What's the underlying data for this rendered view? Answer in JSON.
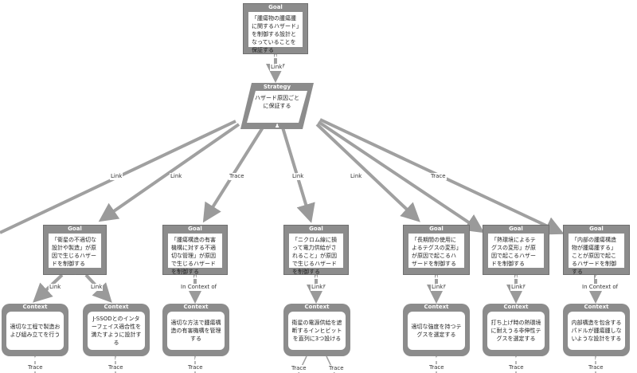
{
  "top_goal": {
    "header": "Goal",
    "text": "「腫瘍物の腫瘍腫に関するハザード」を制御する設計となっていることを保証する"
  },
  "strategy": {
    "header": "Strategy",
    "text": "ハザード原因ごとに保証する"
  },
  "link_top": "Link",
  "goals": [
    {
      "header": "Goal",
      "text": "「衛星の不適切な設計や製造」が原因で生じるハザードを制御する"
    },
    {
      "header": "Goal",
      "text": "「腫瘍構造の有害機構に対する不適切な管理」が原因で生じるハザードを制御する"
    },
    {
      "header": "Goal",
      "text": "「ニクロム線に損って電力供給がされること」が原因で生じるハザードを制御する"
    },
    {
      "header": "Goal",
      "text": "「長期間の使用によるテグスの変形」が原因で起こるハザードを制御する"
    },
    {
      "header": "Goal",
      "text": "「熱環境によるテグスの変形」が原因で起こるハザードを制御する"
    },
    {
      "header": "Goal",
      "text": "「内部の腫瘍構造物が腫瘍腫する」ことが原因で起こるハザードを制御する"
    }
  ],
  "contexts": [
    {
      "header": "Context",
      "text": "適切な工程で製造および組み立てを行う"
    },
    {
      "header": "Context",
      "text": "J-SSODとのインターフェイス適合性を満たすように設計する"
    },
    {
      "header": "Context",
      "text": "適切な方法で腫瘍構造の有害機構を管理する"
    },
    {
      "header": "Context",
      "text": "衛星の電源供給を遮断するインヒビットを直列に3つ設ける"
    },
    {
      "header": "Context",
      "text": "適切な強度を持つテグスを選定する"
    },
    {
      "header": "Context",
      "text": "打ち上げ時の熱環境に耐えうる非伸性テグスを選定する"
    },
    {
      "header": "Context",
      "text": "内部構造を包含するパドルが腫瘍腫しないような設計をする"
    }
  ],
  "edge_labels": {
    "strat_1": "Link",
    "strat_2": "Link",
    "strat_3": "Trace",
    "strat_4": "Link",
    "strat_5": "Link",
    "strat_6": "Trace",
    "g1_c1": "Link",
    "g1_c2": "Link",
    "g2_c3": "In Context of",
    "g3_c4": "Link",
    "g4_c5": "Link",
    "g5_c6": "Link",
    "g6_c7": "In Context of",
    "b1": "Trace",
    "b2": "Trace",
    "b3": "Trace",
    "b4a": "Trace",
    "b4b": "Trace",
    "b5": "Trace",
    "b6": "Trace",
    "b7": "Trace"
  },
  "colors": {
    "node_frame": "#8c8c8c",
    "edge": "#9a9a9a"
  }
}
